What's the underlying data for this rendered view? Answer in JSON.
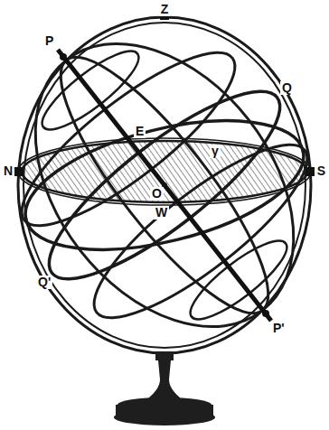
{
  "diagram": {
    "labels": [
      "Z",
      "P",
      "Q",
      "N",
      "E",
      "O",
      "γ",
      "S",
      "W",
      "Q'",
      "P'"
    ]
  }
}
